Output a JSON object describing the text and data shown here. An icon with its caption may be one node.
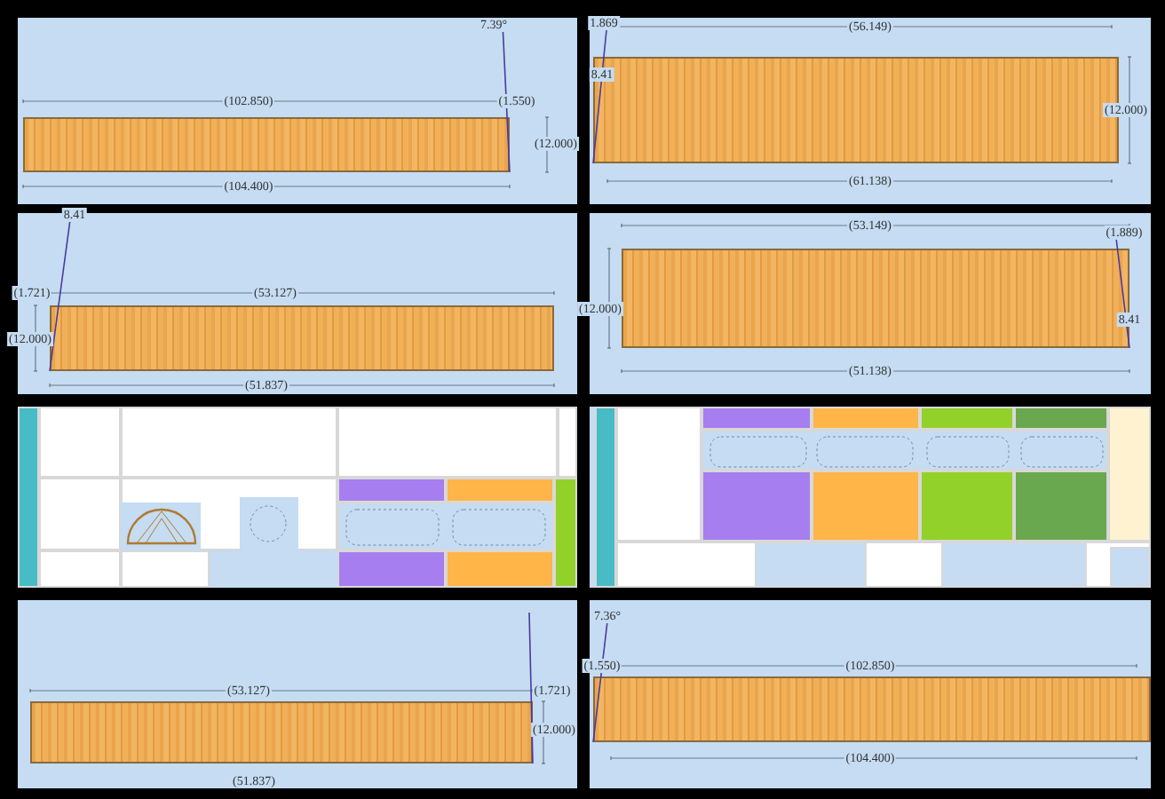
{
  "diagram": {
    "nodes": [
      {
        "text": [],
        "shape": "bar"
      },
      {
        "text": [],
        "shape": "bar"
      },
      {
        "text": [],
        "shape": "bar"
      },
      {
        "text": [],
        "shape": "bar"
      },
      {
        "text": [],
        "shape": "bar"
      },
      {
        "text": [],
        "shape": "bar"
      }
    ],
    "labels": [
      "7.39°",
      "(102.850)",
      "(1.550)",
      "(12.000)",
      "(104.400)",
      "1.869",
      "(56.149)",
      "8.41",
      "(12.000)",
      "(61.138)",
      "8.41",
      "(1.721)",
      "(53.127)",
      "(12.000)",
      "(51.837)",
      "(53.149)",
      "(1.889)",
      "(12.000)",
      "8.41",
      "(51.138)",
      "(53.127)",
      "(1.721)",
      "(12.000)",
      "(51.837)",
      "7.36°",
      "(1.550)",
      "(102.850)",
      "(104.400)"
    ]
  }
}
